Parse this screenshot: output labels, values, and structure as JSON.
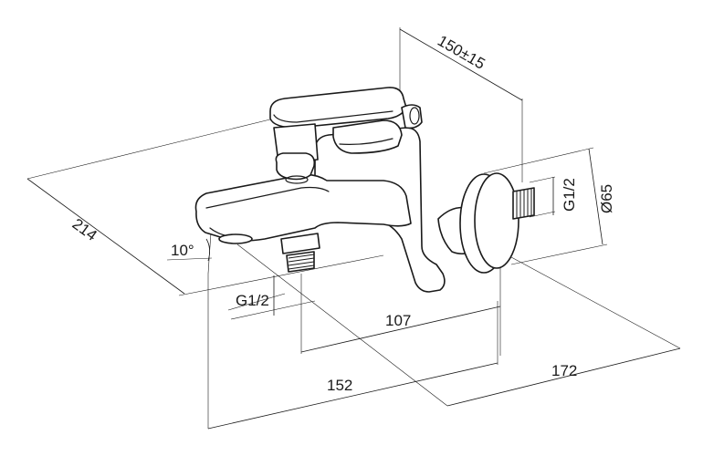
{
  "dimensions": {
    "rosette_spacing": "150±15",
    "rosette_diameter": "Ø65",
    "thread_wall": "G1/2",
    "thread_outlet": "G1/2",
    "total_depth": "214",
    "spout_angle": "10°",
    "wall_to_outlet": "107",
    "spout_reach": "152",
    "body_width": "172"
  }
}
